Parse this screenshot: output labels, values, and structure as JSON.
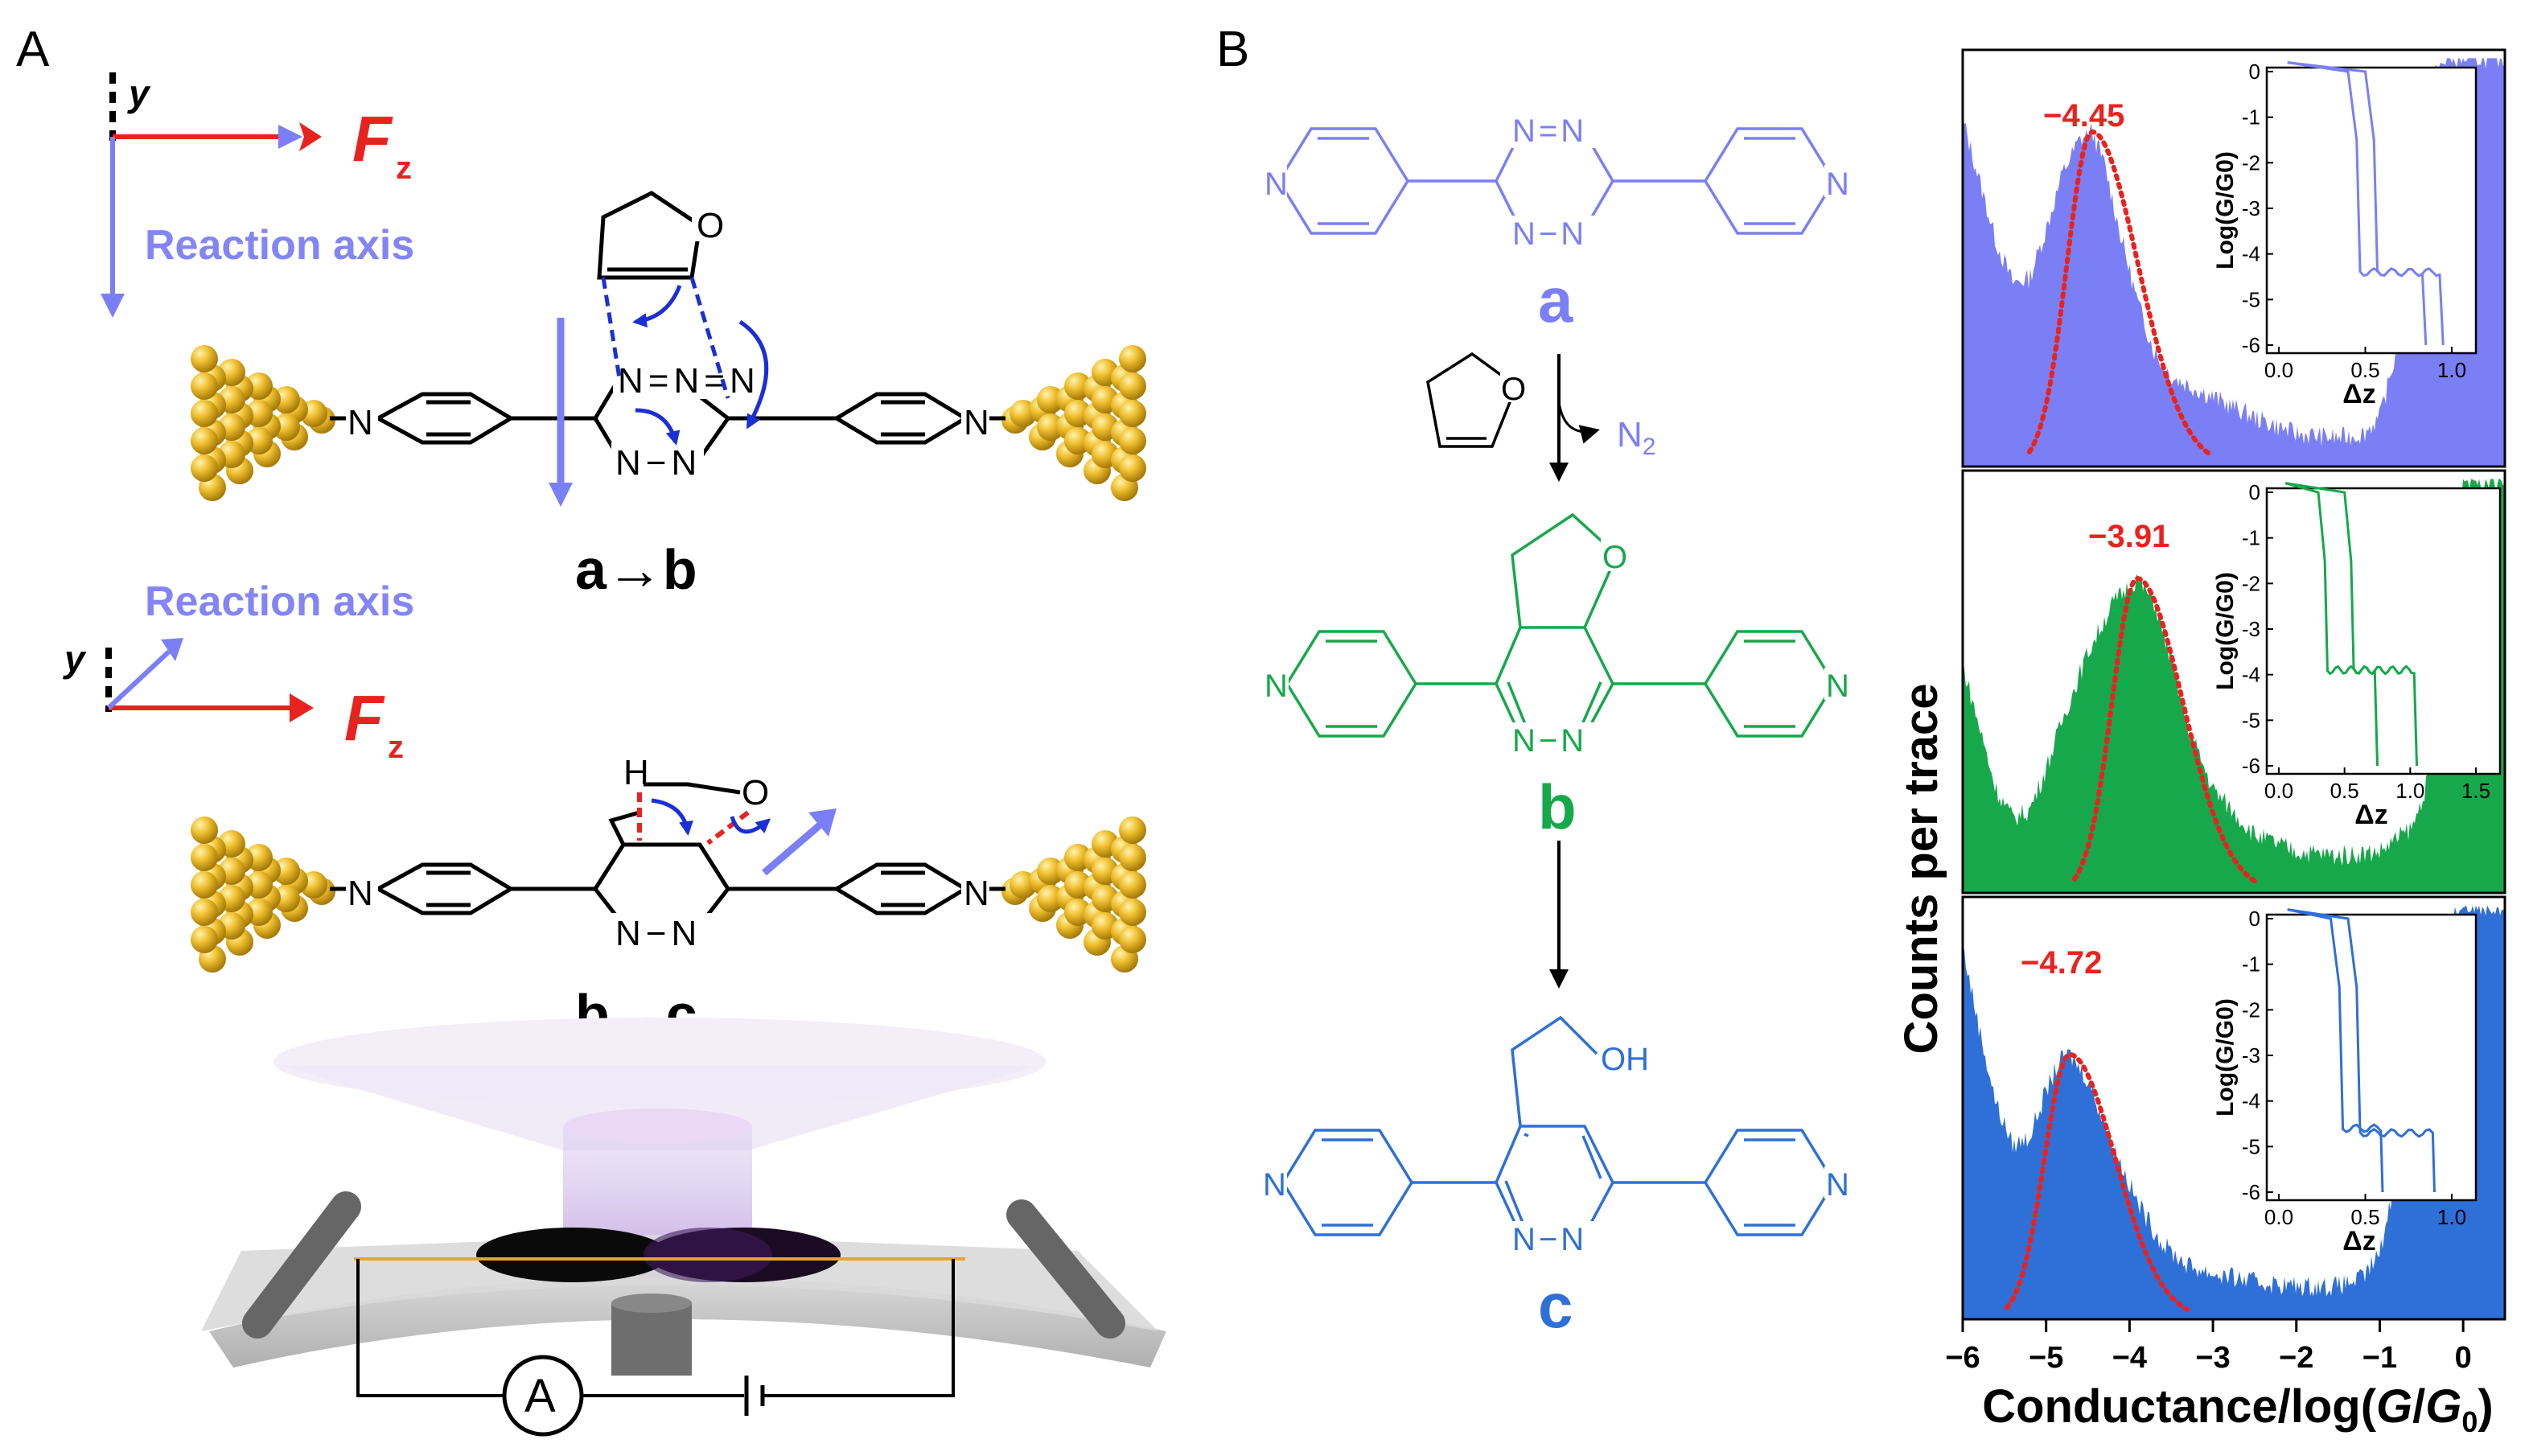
{
  "panels": {
    "A": "A",
    "B": "B"
  },
  "panelA": {
    "axis1": {
      "y": "y",
      "force": "F",
      "force_sub": "z",
      "reaction_axis": "Reaction axis"
    },
    "axis2": {
      "y": "y",
      "force": "F",
      "force_sub": "z",
      "reaction_axis": "Reaction axis"
    },
    "step1_label": "a→b",
    "step2_label": "b→c",
    "atoms": {
      "N": "N",
      "O": "O",
      "H": "H"
    },
    "ammeter": "A"
  },
  "panelB": {
    "compound_a": "a",
    "compound_b": "b",
    "compound_c": "c",
    "byproduct": "N",
    "byproduct_sub": "2",
    "oh": "OH",
    "atoms": {
      "N": "N",
      "O": "O"
    }
  },
  "colors": {
    "a": "#7b7ff5",
    "b": "#16a84a",
    "c": "#2f6fd8",
    "red": "#e8231f",
    "gold": "#e3b11f",
    "arrow_blue": "#1b2fd6"
  },
  "chart_data": {
    "type": "area",
    "xlabel": "Conductance/log(G/G0)",
    "ylabel": "Counts per trace",
    "xlim": [
      -6,
      0.5
    ],
    "x_ticks": [
      "−6",
      "−5",
      "−4",
      "−3",
      "−2",
      "−1",
      "0"
    ],
    "panels": [
      {
        "compound": "a",
        "color": "#7b7ff5",
        "peak_label": "−4.45",
        "peak_x": -4.45,
        "profile": [
          [
            -6,
            0.85
          ],
          [
            -5.8,
            0.7
          ],
          [
            -5.6,
            0.55
          ],
          [
            -5.4,
            0.45
          ],
          [
            -5.2,
            0.46
          ],
          [
            -5.0,
            0.58
          ],
          [
            -4.8,
            0.72
          ],
          [
            -4.6,
            0.8
          ],
          [
            -4.45,
            0.82
          ],
          [
            -4.3,
            0.74
          ],
          [
            -4.1,
            0.56
          ],
          [
            -3.9,
            0.4
          ],
          [
            -3.7,
            0.28
          ],
          [
            -3.5,
            0.22
          ],
          [
            -3,
            0.17
          ],
          [
            -2.5,
            0.12
          ],
          [
            -2,
            0.08
          ],
          [
            -1.5,
            0.07
          ],
          [
            -1.2,
            0.08
          ],
          [
            -1,
            0.12
          ],
          [
            -0.8,
            0.28
          ],
          [
            -0.6,
            0.6
          ],
          [
            -0.4,
            0.95
          ],
          [
            -0.2,
            1.0
          ],
          [
            0.1,
            1.0
          ],
          [
            0.4,
            1.0
          ]
        ],
        "inset": {
          "xlabel": "Δz",
          "ylabel": "Log(G/G0)",
          "xticks": [
            "0.0",
            "0.5",
            "1.0"
          ],
          "yticks": [
            "0",
            "-1",
            "-2",
            "-3",
            "-4",
            "-5",
            "-6"
          ]
        }
      },
      {
        "compound": "b",
        "color": "#16a84a",
        "peak_label": "−3.91",
        "peak_x": -3.91,
        "profile": [
          [
            -6,
            0.55
          ],
          [
            -5.8,
            0.4
          ],
          [
            -5.6,
            0.25
          ],
          [
            -5.4,
            0.18
          ],
          [
            -5.2,
            0.2
          ],
          [
            -5.0,
            0.3
          ],
          [
            -4.8,
            0.42
          ],
          [
            -4.5,
            0.58
          ],
          [
            -4.2,
            0.7
          ],
          [
            -3.91,
            0.76
          ],
          [
            -3.7,
            0.7
          ],
          [
            -3.5,
            0.56
          ],
          [
            -3.3,
            0.4
          ],
          [
            -3,
            0.25
          ],
          [
            -2.5,
            0.14
          ],
          [
            -2,
            0.1
          ],
          [
            -1.5,
            0.09
          ],
          [
            -1,
            0.1
          ],
          [
            -0.6,
            0.16
          ],
          [
            -0.3,
            0.35
          ],
          [
            0,
            1.0
          ],
          [
            0.4,
            1.0
          ]
        ],
        "inset": {
          "xlabel": "Δz",
          "ylabel": "Log(G/G0)",
          "xticks": [
            "0.0",
            "0.5",
            "1.0",
            "1.5"
          ],
          "yticks": [
            "0",
            "-1",
            "-2",
            "-3",
            "-4",
            "-5",
            "-6"
          ]
        }
      },
      {
        "compound": "c",
        "color": "#2f6fd8",
        "peak_label": "−4.72",
        "peak_x": -4.72,
        "profile": [
          [
            -6,
            0.9
          ],
          [
            -5.8,
            0.7
          ],
          [
            -5.6,
            0.52
          ],
          [
            -5.4,
            0.42
          ],
          [
            -5.2,
            0.44
          ],
          [
            -5.0,
            0.55
          ],
          [
            -4.85,
            0.62
          ],
          [
            -4.72,
            0.64
          ],
          [
            -4.5,
            0.58
          ],
          [
            -4.2,
            0.42
          ],
          [
            -3.9,
            0.28
          ],
          [
            -3.6,
            0.18
          ],
          [
            -3.3,
            0.13
          ],
          [
            -3,
            0.11
          ],
          [
            -2.5,
            0.09
          ],
          [
            -2,
            0.08
          ],
          [
            -1.5,
            0.08
          ],
          [
            -1.2,
            0.1
          ],
          [
            -1,
            0.16
          ],
          [
            -0.8,
            0.35
          ],
          [
            -0.6,
            0.7
          ],
          [
            -0.4,
            0.92
          ],
          [
            0,
            1.0
          ],
          [
            0.4,
            1.0
          ]
        ],
        "inset": {
          "xlabel": "Δz",
          "ylabel": "Log(G/G0)",
          "xticks": [
            "0.0",
            "0.5",
            "1.0"
          ],
          "yticks": [
            "0",
            "-1",
            "-2",
            "-3",
            "-4",
            "-5",
            "-6"
          ]
        }
      }
    ]
  }
}
